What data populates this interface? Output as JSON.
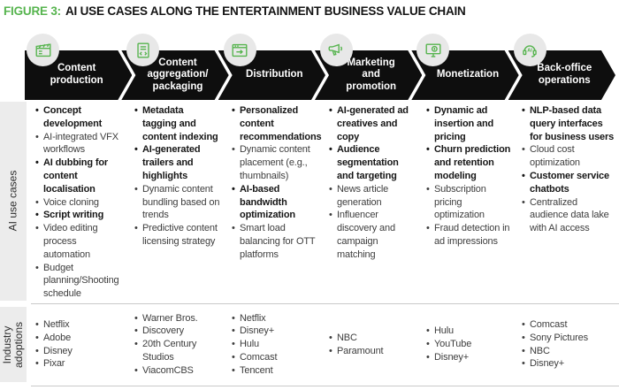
{
  "title": {
    "label": "FIGURE 3:",
    "text": "AI USE CASES ALONG THE ENTERTAINMENT BUSINESS VALUE CHAIN"
  },
  "row_labels": {
    "use_cases": "AI use cases",
    "adoptions": "Industry adoptions"
  },
  "colors": {
    "accent_green": "#56b44e",
    "arrow_black": "#0e0e0e",
    "badge_gray": "#e8e8e8",
    "sidebar_gray": "#ececec"
  },
  "columns": [
    {
      "header": "Content\nproduction",
      "icon": "clapperboard-icon",
      "use_cases": [
        {
          "text": "Concept development",
          "bold": true
        },
        {
          "text": "AI-integrated VFX workflows",
          "bold": false
        },
        {
          "text": "AI dubbing for content localisation",
          "bold": true
        },
        {
          "text": "Voice cloning",
          "bold": false
        },
        {
          "text": "Script writing",
          "bold": true
        },
        {
          "text": "Video editing process automation",
          "bold": false
        },
        {
          "text": "Budget planning/Shooting schedule",
          "bold": false
        }
      ],
      "adoptions": [
        "Netflix",
        "Adobe",
        "Disney",
        "Pixar"
      ]
    },
    {
      "header": "Content\naggregation/\npackaging",
      "icon": "document-code-icon",
      "use_cases": [
        {
          "text": "Metadata tagging and content indexing",
          "bold": true
        },
        {
          "text": "AI-generated trailers and highlights",
          "bold": true
        },
        {
          "text": "Dynamic content bundling based on trends",
          "bold": false
        },
        {
          "text": "Predictive content licensing strategy",
          "bold": false
        }
      ],
      "adoptions": [
        "Warner Bros.",
        "Discovery",
        "20th Century Studios",
        "ViacomCBS"
      ]
    },
    {
      "header": "Distribution",
      "icon": "browser-share-icon",
      "use_cases": [
        {
          "text": "Personalized content recommendations",
          "bold": true
        },
        {
          "text": "Dynamic content placement (e.g., thumbnails)",
          "bold": false
        },
        {
          "text": "AI-based bandwidth optimization",
          "bold": true
        },
        {
          "text": "Smart load balancing for OTT platforms",
          "bold": false
        }
      ],
      "adoptions": [
        "Netflix",
        "Disney+",
        "Hulu",
        "Comcast",
        "Tencent"
      ]
    },
    {
      "header": "Marketing\nand\npromotion",
      "icon": "megaphone-icon",
      "use_cases": [
        {
          "text": "AI-generated ad creatives and copy",
          "bold": true
        },
        {
          "text": "Audience segmentation and targeting",
          "bold": true
        },
        {
          "text": "News article generation",
          "bold": false
        },
        {
          "text": "Influencer discovery and campaign matching",
          "bold": false
        }
      ],
      "adoptions": [
        "NBC",
        "Paramount"
      ]
    },
    {
      "header": "Monetization",
      "icon": "monitor-money-icon",
      "use_cases": [
        {
          "text": "Dynamic ad insertion and pricing",
          "bold": true
        },
        {
          "text": "Churn prediction and retention modeling",
          "bold": true
        },
        {
          "text": "Subscription pricing optimization",
          "bold": false
        },
        {
          "text": "Fraud detection in ad impressions",
          "bold": false
        }
      ],
      "adoptions": [
        "Hulu",
        "YouTube",
        "Disney+"
      ]
    },
    {
      "header": "Back-office\noperations",
      "icon": "ai-headset-icon",
      "use_cases": [
        {
          "text": "NLP-based data query interfaces for business users",
          "bold": true
        },
        {
          "text": "Cloud cost optimization",
          "bold": false
        },
        {
          "text": "Customer service chatbots",
          "bold": true
        },
        {
          "text": "Centralized audience data lake with AI access",
          "bold": false
        }
      ],
      "adoptions": [
        "Comcast",
        "Sony Pictures",
        "NBC",
        "Disney+"
      ]
    }
  ]
}
